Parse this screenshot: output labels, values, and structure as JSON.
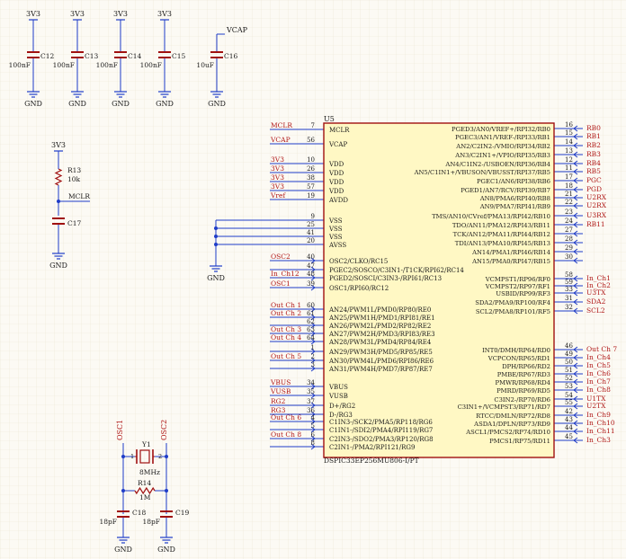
{
  "colors": {
    "background": "#fcfaf4",
    "grid": "#ebe5d3",
    "wire": "#1e3cc8",
    "part": "#a01010",
    "label": "#b01818",
    "text": "#1a1a1a",
    "chip_fill": "#fff8c4"
  },
  "caps_row": [
    {
      "net": "3V3",
      "ref": "C12",
      "value": "100nF",
      "gnd": "GND"
    },
    {
      "net": "3V3",
      "ref": "C13",
      "value": "100nF",
      "gnd": "GND"
    },
    {
      "net": "3V3",
      "ref": "C14",
      "value": "100nF",
      "gnd": "GND"
    },
    {
      "net": "3V3",
      "ref": "C15",
      "value": "100nF",
      "gnd": "GND"
    },
    {
      "net": "VCAP",
      "ref": "C16",
      "value": "10uF",
      "gnd": "GND"
    }
  ],
  "mclr_block": {
    "net_top": "3V3",
    "res_ref": "R13",
    "res_value": "10k",
    "net_label": "MCLR",
    "cap_ref": "C17",
    "gnd": "GND"
  },
  "crystal_block": {
    "osc1": "OSC1",
    "osc2": "OSC2",
    "xtal_ref": "Y1",
    "xtal_value": "8MHz",
    "pin1": "1",
    "pin2": "2",
    "res_ref": "R14",
    "res_value": "1M",
    "cap_left_ref": "C18",
    "cap_left_value": "18pF",
    "cap_right_ref": "C19",
    "cap_right_value": "18pF",
    "gnd_left": "GND",
    "gnd_right": "GND"
  },
  "chip": {
    "ref": "U5",
    "part": "DSPIC33EP256MU806-I/PT",
    "gnd": "GND",
    "left_pins": [
      {
        "net": "MCLR",
        "num": "7",
        "name": "MCLR"
      },
      {
        "net": "VCAP",
        "num": "56",
        "name": "VCAP"
      },
      {
        "net": "3V3",
        "num": "10",
        "name": "VDD"
      },
      {
        "net": "3V3",
        "num": "26",
        "name": "VDD"
      },
      {
        "net": "3V3",
        "num": "38",
        "name": "VDD"
      },
      {
        "net": "3V3",
        "num": "57",
        "name": "VDD"
      },
      {
        "net": "Vref",
        "num": "19",
        "name": "AVDD"
      },
      {
        "net": "",
        "num": "9",
        "name": "VSS"
      },
      {
        "net": "",
        "num": "25",
        "name": "VSS"
      },
      {
        "net": "",
        "num": "41",
        "name": "VSS"
      },
      {
        "net": "",
        "num": "20",
        "name": "AVSS"
      },
      {
        "net": "OSC2",
        "num": "40",
        "name": "OSC2/CLKO/RC15"
      },
      {
        "net": "",
        "num": "47",
        "name": "PGEC2/SOSCO/C3IN1-/T1CK/RPI62/RC14"
      },
      {
        "net": "In_Ch12",
        "num": "48",
        "name": "PGED2/SOSCI/C3IN3-/RPI61/RC13"
      },
      {
        "net": "OSC1",
        "num": "39",
        "name": "OSC1/RPI60/RC12"
      },
      {
        "net": "Out Ch 1",
        "num": "60",
        "name": "AN24/PWM1L/PMD0/RP80/RE0"
      },
      {
        "net": "Out Ch 2",
        "num": "61",
        "name": "AN25/PWM1H/PMD1/RPI81/RE1"
      },
      {
        "net": "",
        "num": "62",
        "name": "AN26/PWM2L/PMD2/RP82/RE2"
      },
      {
        "net": "Out Ch 3",
        "num": "63",
        "name": "AN27/PWM2H/PMD3/RPI83/RE3"
      },
      {
        "net": "Out Ch 4",
        "num": "64",
        "name": "AN28/PWM3L/PMD4/RP84/RE4"
      },
      {
        "net": "",
        "num": "1",
        "name": "AN29/PWM3H/PMD5/RP85/RE5"
      },
      {
        "net": "Out Ch 5",
        "num": "2",
        "name": "AN30/PWM4L/PMD6/RPI86/RE6"
      },
      {
        "net": "",
        "num": "3",
        "name": "AN31/PWM4H/PMD7/RP87/RE7"
      },
      {
        "net": "VBUS",
        "num": "34",
        "name": "VBUS"
      },
      {
        "net": "VUSB",
        "num": "35",
        "name": "VUSB"
      },
      {
        "net": "RG2",
        "num": "37",
        "name": "D+/RG2"
      },
      {
        "net": "RG3",
        "num": "36",
        "name": "D-/RG3"
      },
      {
        "net": "Out Ch 6",
        "num": "4",
        "name": "C1IN3-/SCK2/PMA5/RP118/RG6"
      },
      {
        "net": "",
        "num": "5",
        "name": "C1IN1-/SDI2/PMA4/RPI119/RG7"
      },
      {
        "net": "Out Ch 8",
        "num": "6",
        "name": "C2IN3-/SDO2/PMA3/RP120/RG8"
      },
      {
        "net": "",
        "num": "8",
        "name": "C2IN1-/PMA2/RPI121/RG9"
      }
    ],
    "right_pins": [
      {
        "num": "16",
        "name": "PGED3/AN0/VREF+/RPI32/RB0",
        "net": "RB0"
      },
      {
        "num": "15",
        "name": "PGEC3/AN1/VREF-/RPI33/RB1",
        "net": "RB1"
      },
      {
        "num": "14",
        "name": "AN2/C2IN2-/VMIO/RPI34/RB2",
        "net": "RB2"
      },
      {
        "num": "13",
        "name": "AN3/C2IN1+/VPIO/RPI35/RB3",
        "net": "RB3"
      },
      {
        "num": "12",
        "name": "AN4/C1IN2-/USBOEN/RPI36/RB4",
        "net": "RB4"
      },
      {
        "num": "11",
        "name": "AN5/C1IN1+/VBUSON/VBUSST/RPI37/RB5",
        "net": "RB5"
      },
      {
        "num": "17",
        "name": "PGEC1/AN6/RPI38/RB6",
        "net": "PGC"
      },
      {
        "num": "18",
        "name": "PGED1/AN7/RCV/RPI39/RB7",
        "net": "PGD"
      },
      {
        "num": "21",
        "name": "AN8/PMA6/RPI40/RB8",
        "net": "U2RX"
      },
      {
        "num": "22",
        "name": "AN9/PMA7/RPI41/RB9",
        "net": "U2RX"
      },
      {
        "num": "23",
        "name": "TMS/AN10/CVref/PMA13/RPI42/RB10",
        "net": "U3RX"
      },
      {
        "num": "24",
        "name": "TDO/AN11/PMA12/RPI43/RB11",
        "net": "RB11"
      },
      {
        "num": "27",
        "name": "TCK/AN12/PMA11/RPI44/RB12",
        "net": ""
      },
      {
        "num": "28",
        "name": "TDI/AN13/PMA10/RPI45/RB13",
        "net": ""
      },
      {
        "num": "29",
        "name": "AN14/PMA1/RPI46/RB14",
        "net": ""
      },
      {
        "num": "30",
        "name": "AN15/PMA0/RPI47/RB15",
        "net": ""
      },
      {
        "num": "58",
        "name": "VCMPST1/RP96/RF0",
        "net": "In_Ch1"
      },
      {
        "num": "59",
        "name": "VCMPST2/RP97/RF1",
        "net": "In_Ch2"
      },
      {
        "num": "33",
        "name": "USBID/RP99/RF3",
        "net": "U3TX"
      },
      {
        "num": "31",
        "name": "SDA2/PMA9/RP100/RF4",
        "net": "SDA2"
      },
      {
        "num": "32",
        "name": "SCL2/PMA8/RP101/RF5",
        "net": "SCL2"
      },
      {
        "num": "46",
        "name": "INT0/DMH/RP64/RD0",
        "net": "Out Ch 7"
      },
      {
        "num": "49",
        "name": "VCPCON/RP65/RD1",
        "net": "In_Ch4"
      },
      {
        "num": "50",
        "name": "DPH/RP66/RD2",
        "net": "In_Ch5"
      },
      {
        "num": "51",
        "name": "PMBE/RP67/RD3",
        "net": "In_Ch6"
      },
      {
        "num": "52",
        "name": "PMWR/RP68/RD4",
        "net": "In_Ch7"
      },
      {
        "num": "53",
        "name": "PMRD/RP69/RD5",
        "net": "In_Ch8"
      },
      {
        "num": "54",
        "name": "C3IN2-/RP70/RD6",
        "net": "U1TX"
      },
      {
        "num": "55",
        "name": "C3IN1+/VCMPST3/RP71/RD7",
        "net": "U2TX"
      },
      {
        "num": "42",
        "name": "RTCC/DMLN/RP72/RD8",
        "net": "In_Ch9"
      },
      {
        "num": "43",
        "name": "ASDA1/DPLN/RP73/RD9",
        "net": "In_Ch10"
      },
      {
        "num": "44",
        "name": "ASCL1/PMCS2/RP74/RD10",
        "net": "In_Ch11"
      },
      {
        "num": "45",
        "name": "PMCS1/RP75/RD11",
        "net": "In_Ch3"
      }
    ]
  }
}
